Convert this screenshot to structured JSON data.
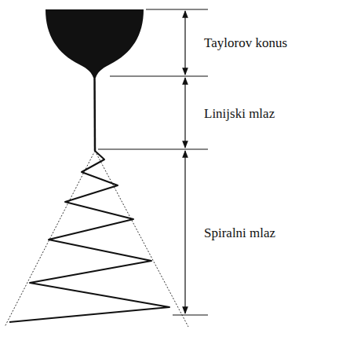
{
  "diagram": {
    "labels": [
      "Taylorov konus",
      "Linijski mlaz",
      "Spiralni mlaz"
    ]
  }
}
